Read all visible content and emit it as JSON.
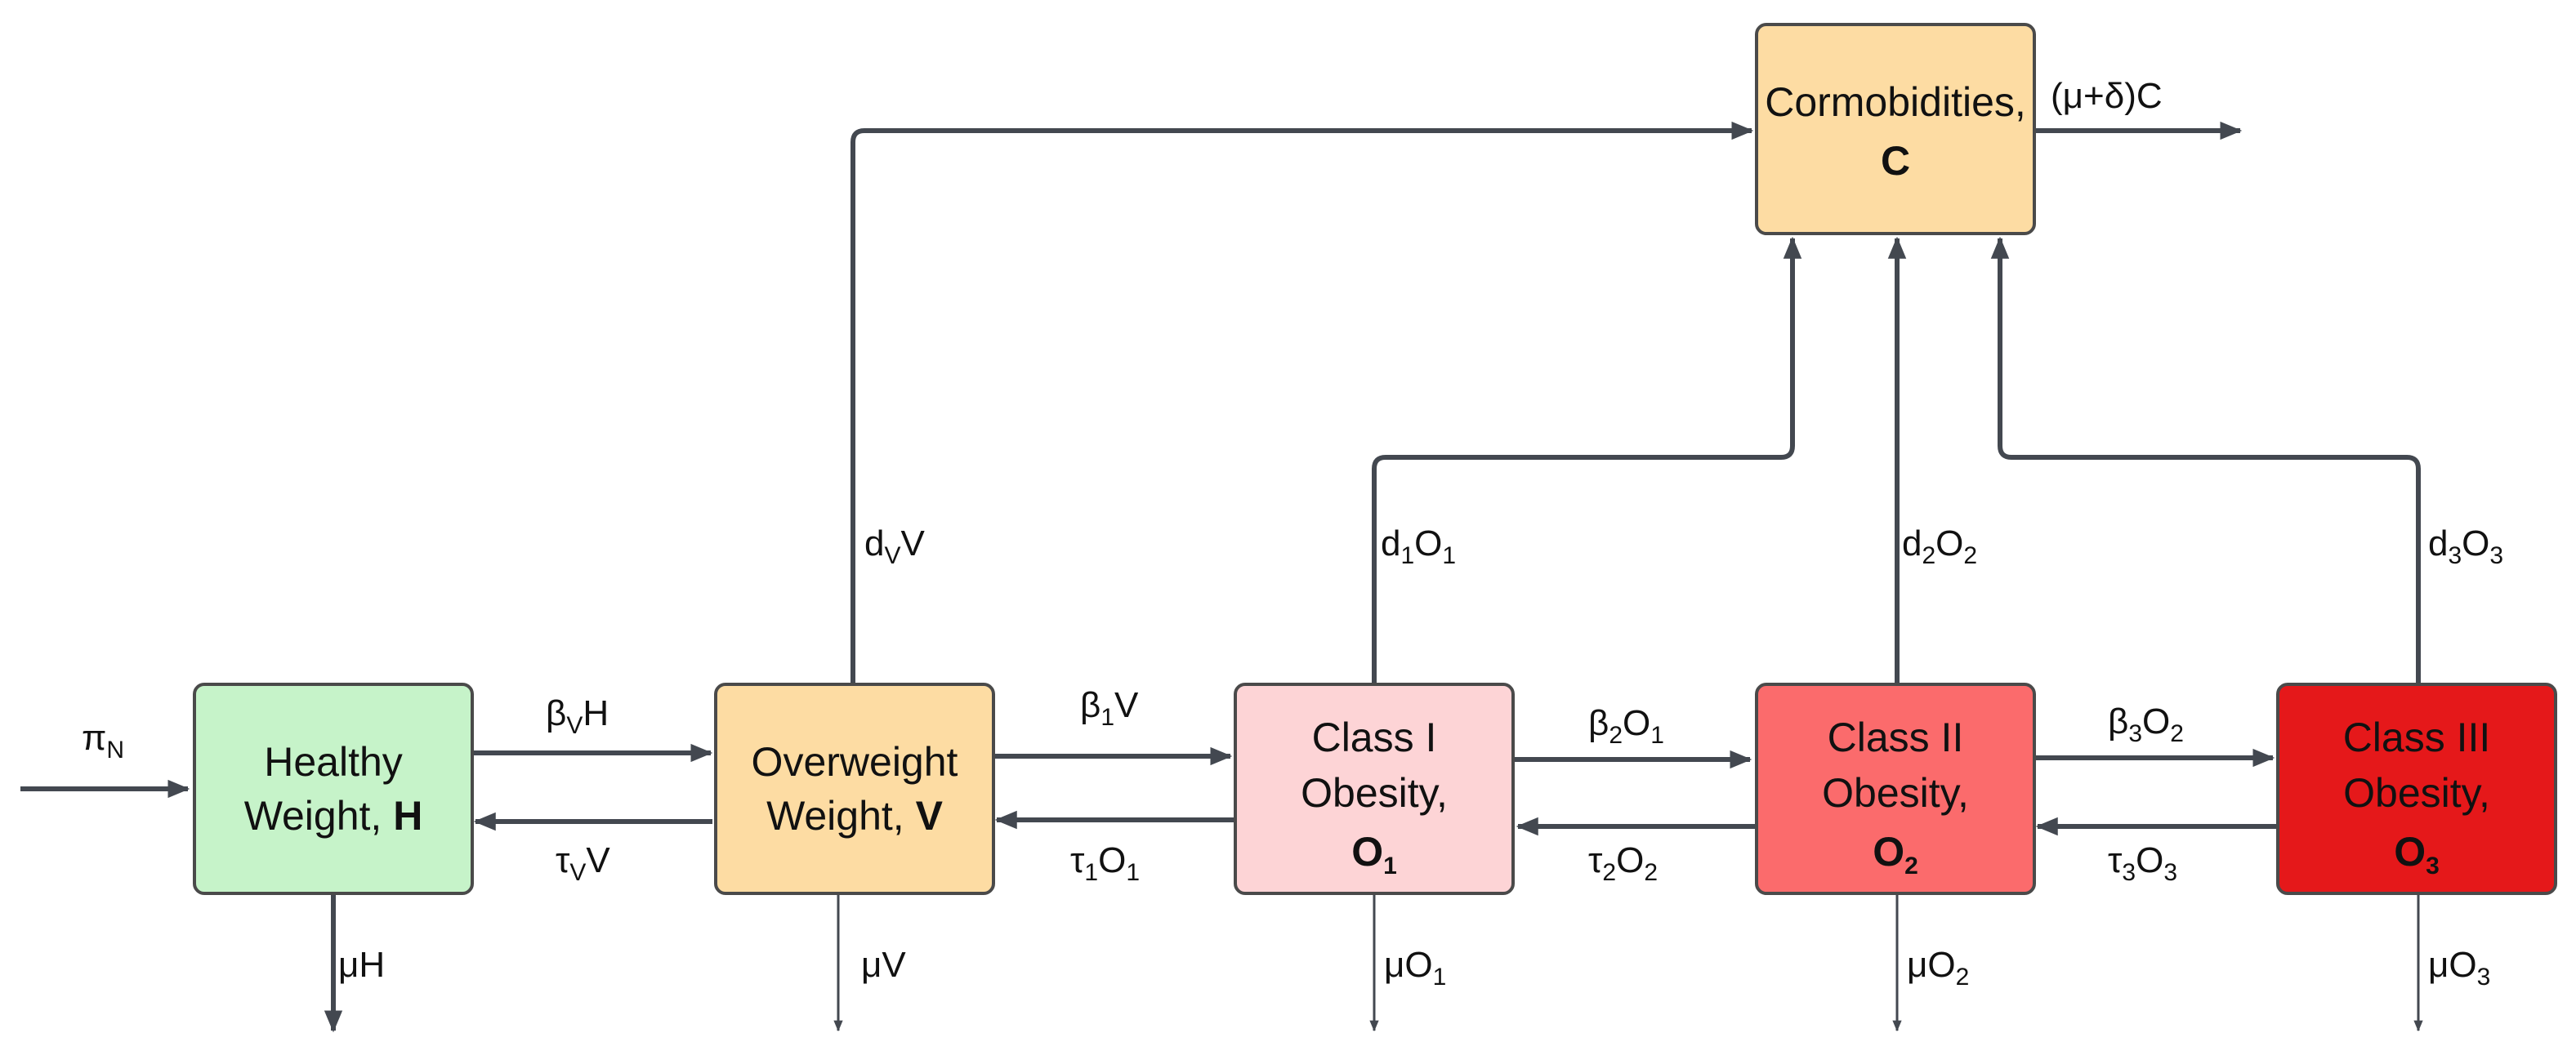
{
  "colors": {
    "healthy": "#c6f3c9",
    "overweight": "#fddca3",
    "class1": "#fdd4d6",
    "class2": "#fb6b6c",
    "class3": "#e5181a",
    "comorbidities": "#fddca3",
    "arrow": "#434850",
    "box_border": "#4a4a4a"
  },
  "nodes": {
    "healthy": {
      "line1": "Healthy",
      "line2": "Weight,",
      "symbol": "H"
    },
    "overweight": {
      "line1": "Overweight",
      "line2": "Weight,",
      "symbol": "V"
    },
    "class1": {
      "line1": "Class I",
      "line2": "Obesity,",
      "symbol": "O",
      "symbol_sub": "1"
    },
    "class2": {
      "line1": "Class II",
      "line2": "Obesity,",
      "symbol": "O",
      "symbol_sub": "2"
    },
    "class3": {
      "line1": "Class III",
      "line2": "Obesity,",
      "symbol": "O",
      "symbol_sub": "3"
    },
    "comorbidities": {
      "line1": "Cormobidities,",
      "symbol": "C"
    }
  },
  "flows": {
    "recruitment": {
      "main": "π",
      "sub": "N"
    },
    "beta_v": {
      "main": "β",
      "sub": "V",
      "tail": "H"
    },
    "tau_v": {
      "main": "τ",
      "sub": "V",
      "tail": "V"
    },
    "beta_1": {
      "main": "β",
      "sub": "1",
      "tail": "V"
    },
    "tau_1": {
      "main": "τ",
      "sub": "1",
      "tail": "O",
      "tail_sub": "1"
    },
    "beta_2": {
      "main": "β",
      "sub": "2",
      "tail": "O",
      "tail_sub": "1"
    },
    "tau_2": {
      "main": "τ",
      "sub": "2",
      "tail": "O",
      "tail_sub": "2"
    },
    "beta_3": {
      "main": "β",
      "sub": "3",
      "tail": "O",
      "tail_sub": "2"
    },
    "tau_3": {
      "main": "τ",
      "sub": "3",
      "tail": "O",
      "tail_sub": "3"
    },
    "d_v": {
      "main": "d",
      "sub": "V",
      "tail": "V"
    },
    "d_1": {
      "main": "d",
      "sub": "1",
      "tail": "O",
      "tail_sub": "1"
    },
    "d_2": {
      "main": "d",
      "sub": "2",
      "tail": "O",
      "tail_sub": "2"
    },
    "d_3": {
      "main": "d",
      "sub": "3",
      "tail": "O",
      "tail_sub": "3"
    },
    "mu_h": {
      "text": "μH"
    },
    "mu_v": {
      "text": "μV"
    },
    "mu_1": {
      "main": "μO",
      "sub": "1"
    },
    "mu_2": {
      "main": "μO",
      "sub": "2"
    },
    "mu_3": {
      "main": "μO",
      "sub": "3"
    },
    "mu_delta_c": {
      "text": "(μ+δ)C"
    }
  }
}
